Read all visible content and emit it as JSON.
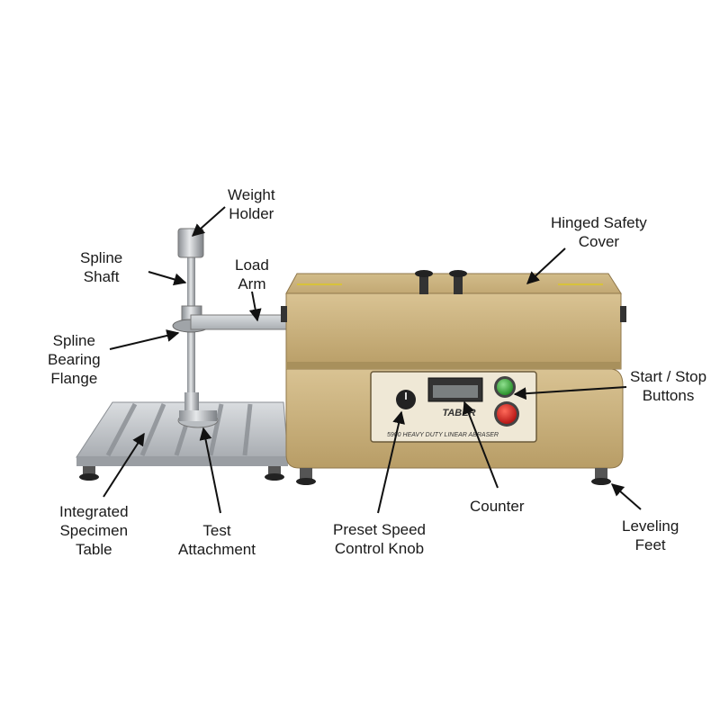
{
  "product": {
    "brand": "TABER",
    "model_text": "5900 HEAVY DUTY LINEAR ABRASER"
  },
  "callouts": [
    {
      "id": "weight-holder",
      "lines": [
        "Weight",
        "Holder"
      ]
    },
    {
      "id": "spline-shaft",
      "lines": [
        "Spline",
        "Shaft"
      ]
    },
    {
      "id": "load-arm",
      "lines": [
        "Load",
        "Arm"
      ]
    },
    {
      "id": "hinged-safety-cover",
      "lines": [
        "Hinged Safety",
        "Cover"
      ]
    },
    {
      "id": "spline-bearing-flange",
      "lines": [
        "Spline",
        "Bearing",
        "Flange"
      ]
    },
    {
      "id": "start-stop-buttons",
      "lines": [
        "Start / Stop",
        "Buttons"
      ]
    },
    {
      "id": "integrated-specimen-table",
      "lines": [
        "Integrated",
        "Specimen",
        "Table"
      ]
    },
    {
      "id": "test-attachment",
      "lines": [
        "Test",
        "Attachment"
      ]
    },
    {
      "id": "preset-speed-control-knob",
      "lines": [
        "Preset Speed",
        "Control Knob"
      ]
    },
    {
      "id": "counter",
      "lines": [
        "Counter"
      ]
    },
    {
      "id": "leveling-feet",
      "lines": [
        "Leveling",
        "Feet"
      ]
    }
  ],
  "colors": {
    "body": "#c8b07a",
    "body_shade": "#a8905c",
    "panel": "#efe8d6",
    "metal": "#c9ccd0",
    "start_button": "#3fae3f",
    "stop_button": "#d82020",
    "label_text": "#1a1a1a",
    "arrow": "#111111"
  }
}
